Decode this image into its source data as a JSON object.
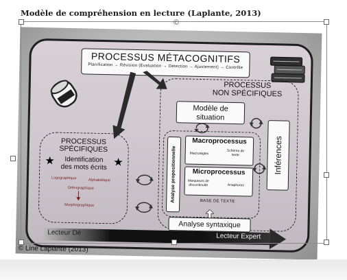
{
  "document": {
    "title": "Modèle de compréhension en lecture (Laplante, 2013)"
  },
  "selection": {
    "rotate_handle": "©"
  },
  "figure": {
    "metacognitive": {
      "title": "PROCESSUS MÉTACOGNITIFS",
      "subtitle": "Planification → Révision (Évaluation → Détection → Ajustement) → Contrôle"
    },
    "non_specific": {
      "title_line1": "PROCESSUS",
      "title_line2": "NON SPÉCIFIQUES",
      "situation_line1": "Modèle de",
      "situation_line2": "situation",
      "propositional_analysis": "Analyse propositionnelle",
      "macro": {
        "title": "Macroprocessus",
        "left_label": "Macrorègles",
        "right_label_line1": "Schéma de",
        "right_label_line2": "texte"
      },
      "micro": {
        "title": "Microprocessus",
        "left_label_line1": "Marqueurs de",
        "left_label_line2": "discontinuité",
        "right_label": "Anaphores"
      },
      "text_base": "BASE DE TEXTE",
      "inferences": "Inférences",
      "syntactic_analysis": "Analyse syntaxique"
    },
    "specific": {
      "title_line1": "PROCESSUS",
      "title_line2": "SPÉCIFIQUES",
      "identification_line1": "Identification",
      "identification_line2": "des mots écrits",
      "logographic": "Logographique",
      "alphabetic": "Alphabétique",
      "orthographic": "Orthographique",
      "morphographic": "Morphographique"
    },
    "progression": {
      "left": "Lecteur Dé",
      "right": "Lecteur Expert"
    },
    "copyright": "© Line Laplante (2013)"
  }
}
